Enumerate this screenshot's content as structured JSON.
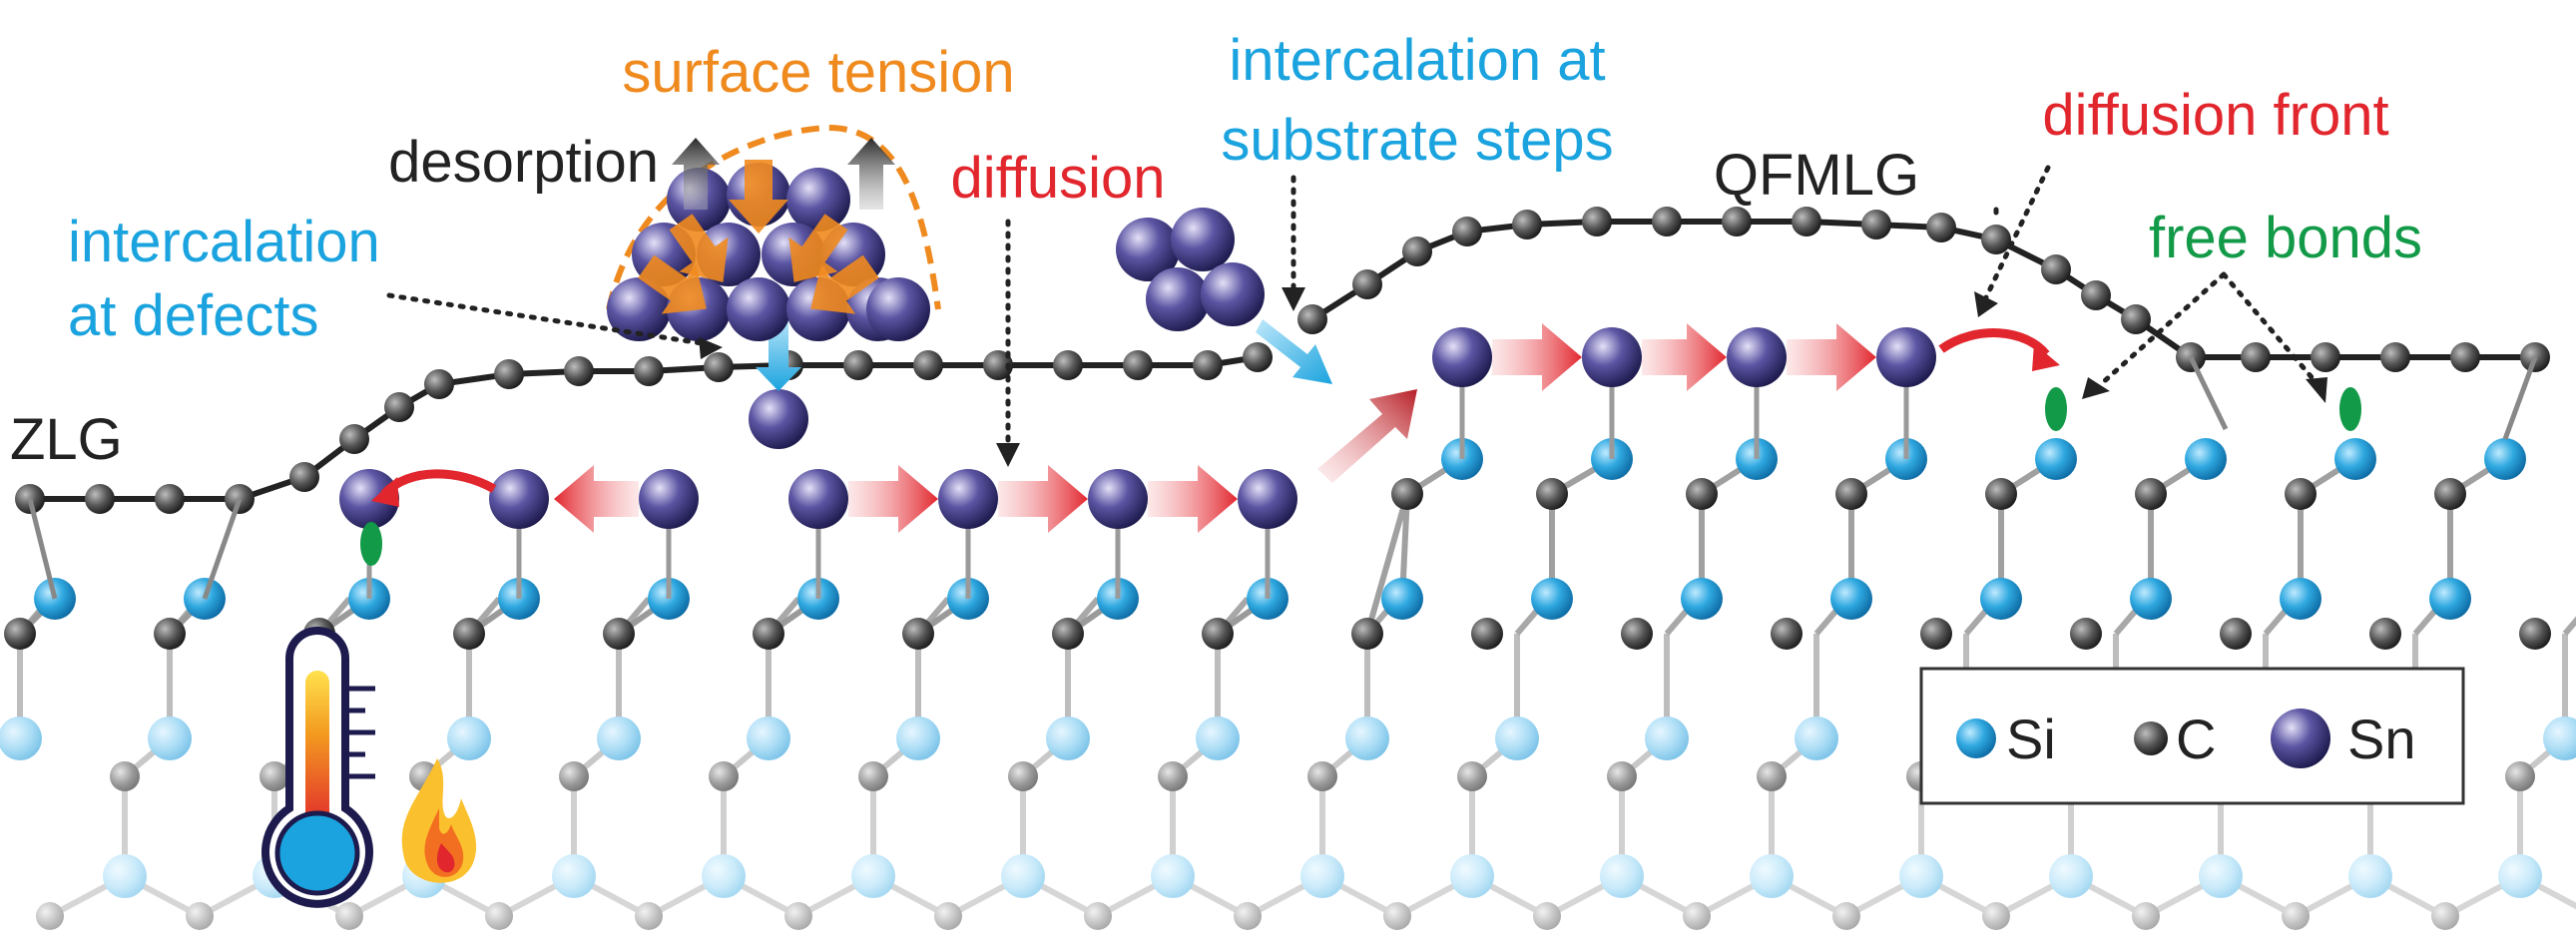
{
  "labels": {
    "surface_tension": "surface tension",
    "desorption": "desorption",
    "diffusion": "diffusion",
    "intercalation_steps_line1": "intercalation at",
    "intercalation_steps_line2": "substrate steps",
    "qfmlg": "QFMLG",
    "diffusion_front": "diffusion front",
    "intercalation_defects_line1": "intercalation",
    "intercalation_defects_line2": "at defects",
    "free_bonds": "free bonds",
    "zlg": "ZLG"
  },
  "legend": {
    "si": "Si",
    "c": "C",
    "sn": "Sn"
  },
  "colors": {
    "orange": "#ef8a1f",
    "red": "#e1262d",
    "blue": "#1aa3de",
    "green": "#129a48",
    "black": "#222222",
    "si_blue": "#2aa0dc",
    "carbon_gray": "#555555",
    "sn_purple": "#4b4593"
  },
  "icons": [
    "thermometer-icon",
    "flame-icon"
  ]
}
